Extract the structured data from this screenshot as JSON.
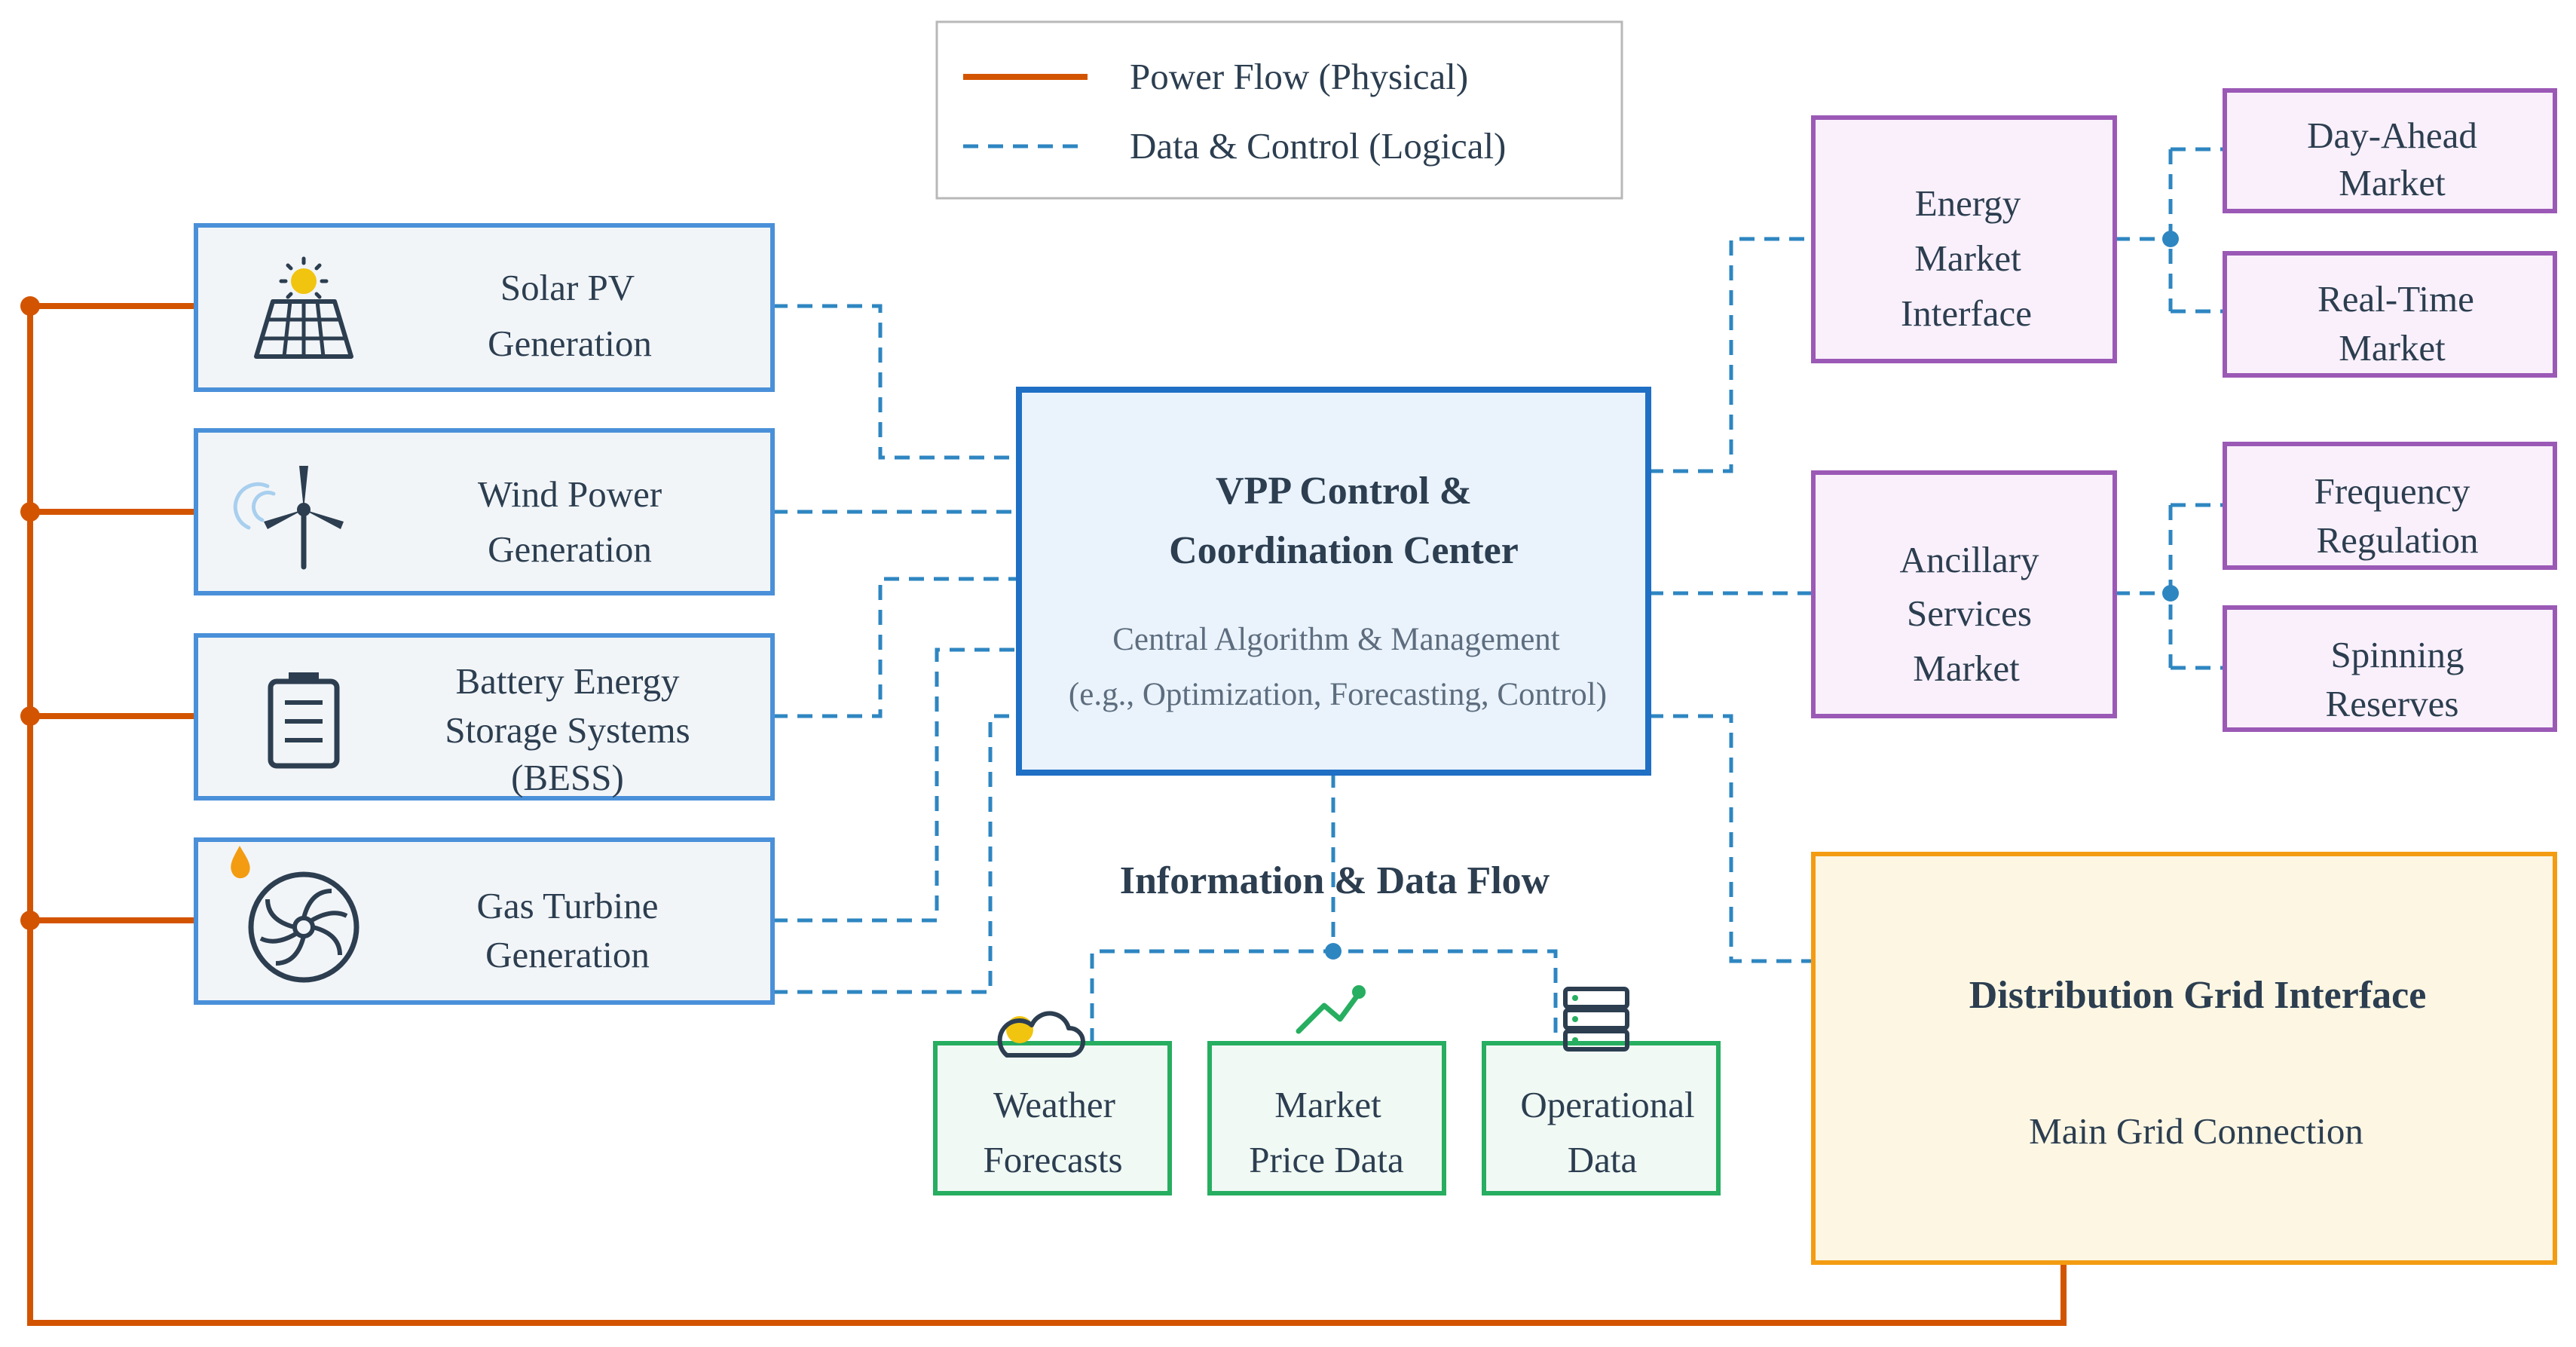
{
  "legend": {
    "power_label": "Power Flow (Physical)",
    "data_label": "Data & Control (Logical)"
  },
  "sources": [
    {
      "id": "solar",
      "lines": [
        "Solar PV",
        "Generation"
      ],
      "icon": "solar-panel-icon"
    },
    {
      "id": "wind",
      "lines": [
        "Wind Power",
        "Generation"
      ],
      "icon": "wind-turbine-icon"
    },
    {
      "id": "battery",
      "lines": [
        "Battery Energy",
        "Storage Systems",
        "(BESS)"
      ],
      "icon": "battery-icon"
    },
    {
      "id": "gas",
      "lines": [
        "Gas Turbine",
        "Generation"
      ],
      "icon": "gas-turbine-icon"
    }
  ],
  "control_center": {
    "title_lines": [
      "VPP Control &",
      "Coordination Center"
    ],
    "subtitle_lines": [
      "Central Algorithm & Management",
      "(e.g., Optimization, Forecasting, Control)"
    ]
  },
  "info_flow_label": "Information & Data Flow",
  "data_sources": [
    {
      "id": "weather",
      "lines": [
        "Weather",
        "Forecasts"
      ],
      "icon": "weather-icon"
    },
    {
      "id": "price",
      "lines": [
        "Market",
        "Price Data"
      ],
      "icon": "trend-chart-icon"
    },
    {
      "id": "ops",
      "lines": [
        "Operational",
        "Data"
      ],
      "icon": "server-icon"
    }
  ],
  "markets": [
    {
      "id": "energy",
      "lines": [
        "Energy",
        "Market",
        "Interface"
      ],
      "children": [
        {
          "lines": [
            "Day-Ahead",
            "Market"
          ]
        },
        {
          "lines": [
            "Real-Time",
            "Market"
          ]
        }
      ]
    },
    {
      "id": "ancillary",
      "lines": [
        "Ancillary",
        "Services",
        "Market"
      ],
      "children": [
        {
          "lines": [
            "Frequency",
            "Regulation"
          ]
        },
        {
          "lines": [
            "Spinning",
            "Reserves"
          ]
        }
      ]
    }
  ],
  "grid": {
    "title": "Distribution Grid Interface",
    "subtitle": "Main Grid Connection"
  },
  "colors": {
    "power": "#d35400",
    "data": "#2e86c1",
    "source_border": "#4a90d9",
    "control_border": "#1f6fc5",
    "market_border": "#9b59b6",
    "data_border": "#27ae60",
    "grid_border": "#f39c12"
  }
}
